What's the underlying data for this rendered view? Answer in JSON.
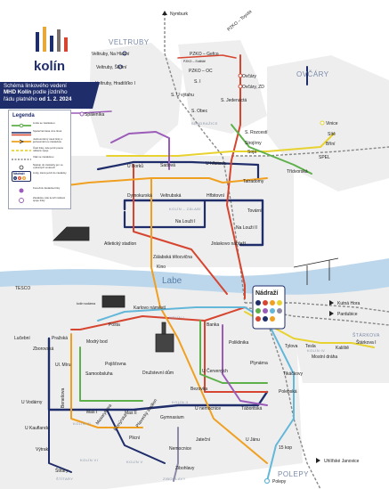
{
  "logo": {
    "text": "kolín"
  },
  "title": {
    "line1": "Schéma linkového vedení",
    "line2_bold": "MHD Kolín",
    "line2_rest": " podle jízdního",
    "line3_rest": "řádu platného ",
    "line3_bold": "od 1. 2. 2024"
  },
  "legend": {
    "title": "Legenda",
    "items": [
      "Linka se zastávkou",
      "Společná trasa více linek",
      "Jednosměrný úsek linky s jednosměrnou zastávkou",
      "Část linky, kde jezdí pouze některé spoje",
      "Vlak se zastávkou",
      "Nástup do zastávky jen ve vybraných směrech",
      "Linky, které jezdí do zastávky",
      "Konečná zastávka linky",
      "Zastávka, kde končí některé spoje linky"
    ],
    "nadrazi_label": "Nádraží",
    "example_numbers": [
      "1",
      "2",
      "3"
    ]
  },
  "districts": [
    "VELTRUBY",
    "OVČÁRY",
    "POLEPY",
    "ZÁLABÍ",
    "ŠTÁRKOVA"
  ],
  "zones": [
    "KOLÍN I",
    "KOLÍN II",
    "KOLÍN III",
    "KOLÍN IV",
    "KOLÍN V",
    "KOLÍN VI",
    "KOLÍN – ZÁLABÍ",
    "SENDRAŽICE",
    "ŠTÍTARY",
    "ZIBOHLAVY"
  ],
  "river": "Labe",
  "directions": {
    "nymburk": "Nymburk",
    "kutna_hora": "Kutná Hora",
    "pardubice": "Pardubice",
    "uhlirske": "Uhlířské Janovice"
  },
  "stops": {
    "north": [
      "Veltruby, Na Hlavní",
      "Veltruby, Školní",
      "Veltruby, Hradišťko I",
      "Spáleníka",
      "PZKO – Gefco",
      "PZKO – Toyota",
      "PZKO – Sídliště",
      "PZKO – OC",
      "Ovčáry",
      "Ovčáry, ZD",
      "S. I",
      "S. Jedenáctá",
      "S. U výtahu",
      "S. Obec"
    ],
    "middle": [
      "S. Rozcestí",
      "Strojírny",
      "Soja",
      "SPEL",
      "Vinice",
      "Sítě",
      "Bříní",
      "Třídvorská",
      "Tatradomy",
      "U Borků",
      "Sadová",
      "U hřbitova",
      "Dymokurská",
      "Veltrubská",
      "Hřbitovní",
      "Tovární",
      "Na Louži I",
      "Na Louži II",
      "Jiráskovo nábřeží",
      "Atletický stadion",
      "Zálabská tělocvična",
      "Kino"
    ],
    "center": [
      "Nádraží",
      "Karlovo náměstí",
      "Pošta",
      "Banka",
      "Poliklinika",
      "Tylova",
      "Tesla",
      "Kaliště",
      "Štárkova I",
      "Modrý bod",
      "Pražská",
      "Lučební",
      "Zborovská",
      "TESCO",
      "Ul. Míru",
      "Samoobsluha",
      "Pojišťovna",
      "Družstevní dům",
      "U Červených",
      "Plynárna",
      "Polepská",
      "Bezovka",
      "Tikáčkovy",
      "Mostní dráha"
    ],
    "south": [
      "U Vodárny",
      "Benešova",
      "U Kauflandu",
      "Mas I",
      "Masarykova",
      "Mas II",
      "Pionýrská",
      "Plavecký stadion",
      "Gymnasium",
      "U nemocnice",
      "Táboritská",
      "Plicní",
      "Jateční",
      "Nemocnice",
      "U Jánu",
      "Výtrak",
      "Štítary",
      "Zibohlavy",
      "15 kop",
      "Polepy",
      "kolín vodárna"
    ]
  },
  "colors": {
    "line_navy": "#1f2d6b",
    "line_red": "#d6452f",
    "line_orange": "#f0a020",
    "line_yellow": "#e8d230",
    "line_green": "#5db04a",
    "line_purple": "#9b5bb8",
    "line_lightblue": "#63b7d9",
    "river": "#bcd7ec",
    "district_blue": "#7a8aa8",
    "urban_grey": "#ececec"
  }
}
